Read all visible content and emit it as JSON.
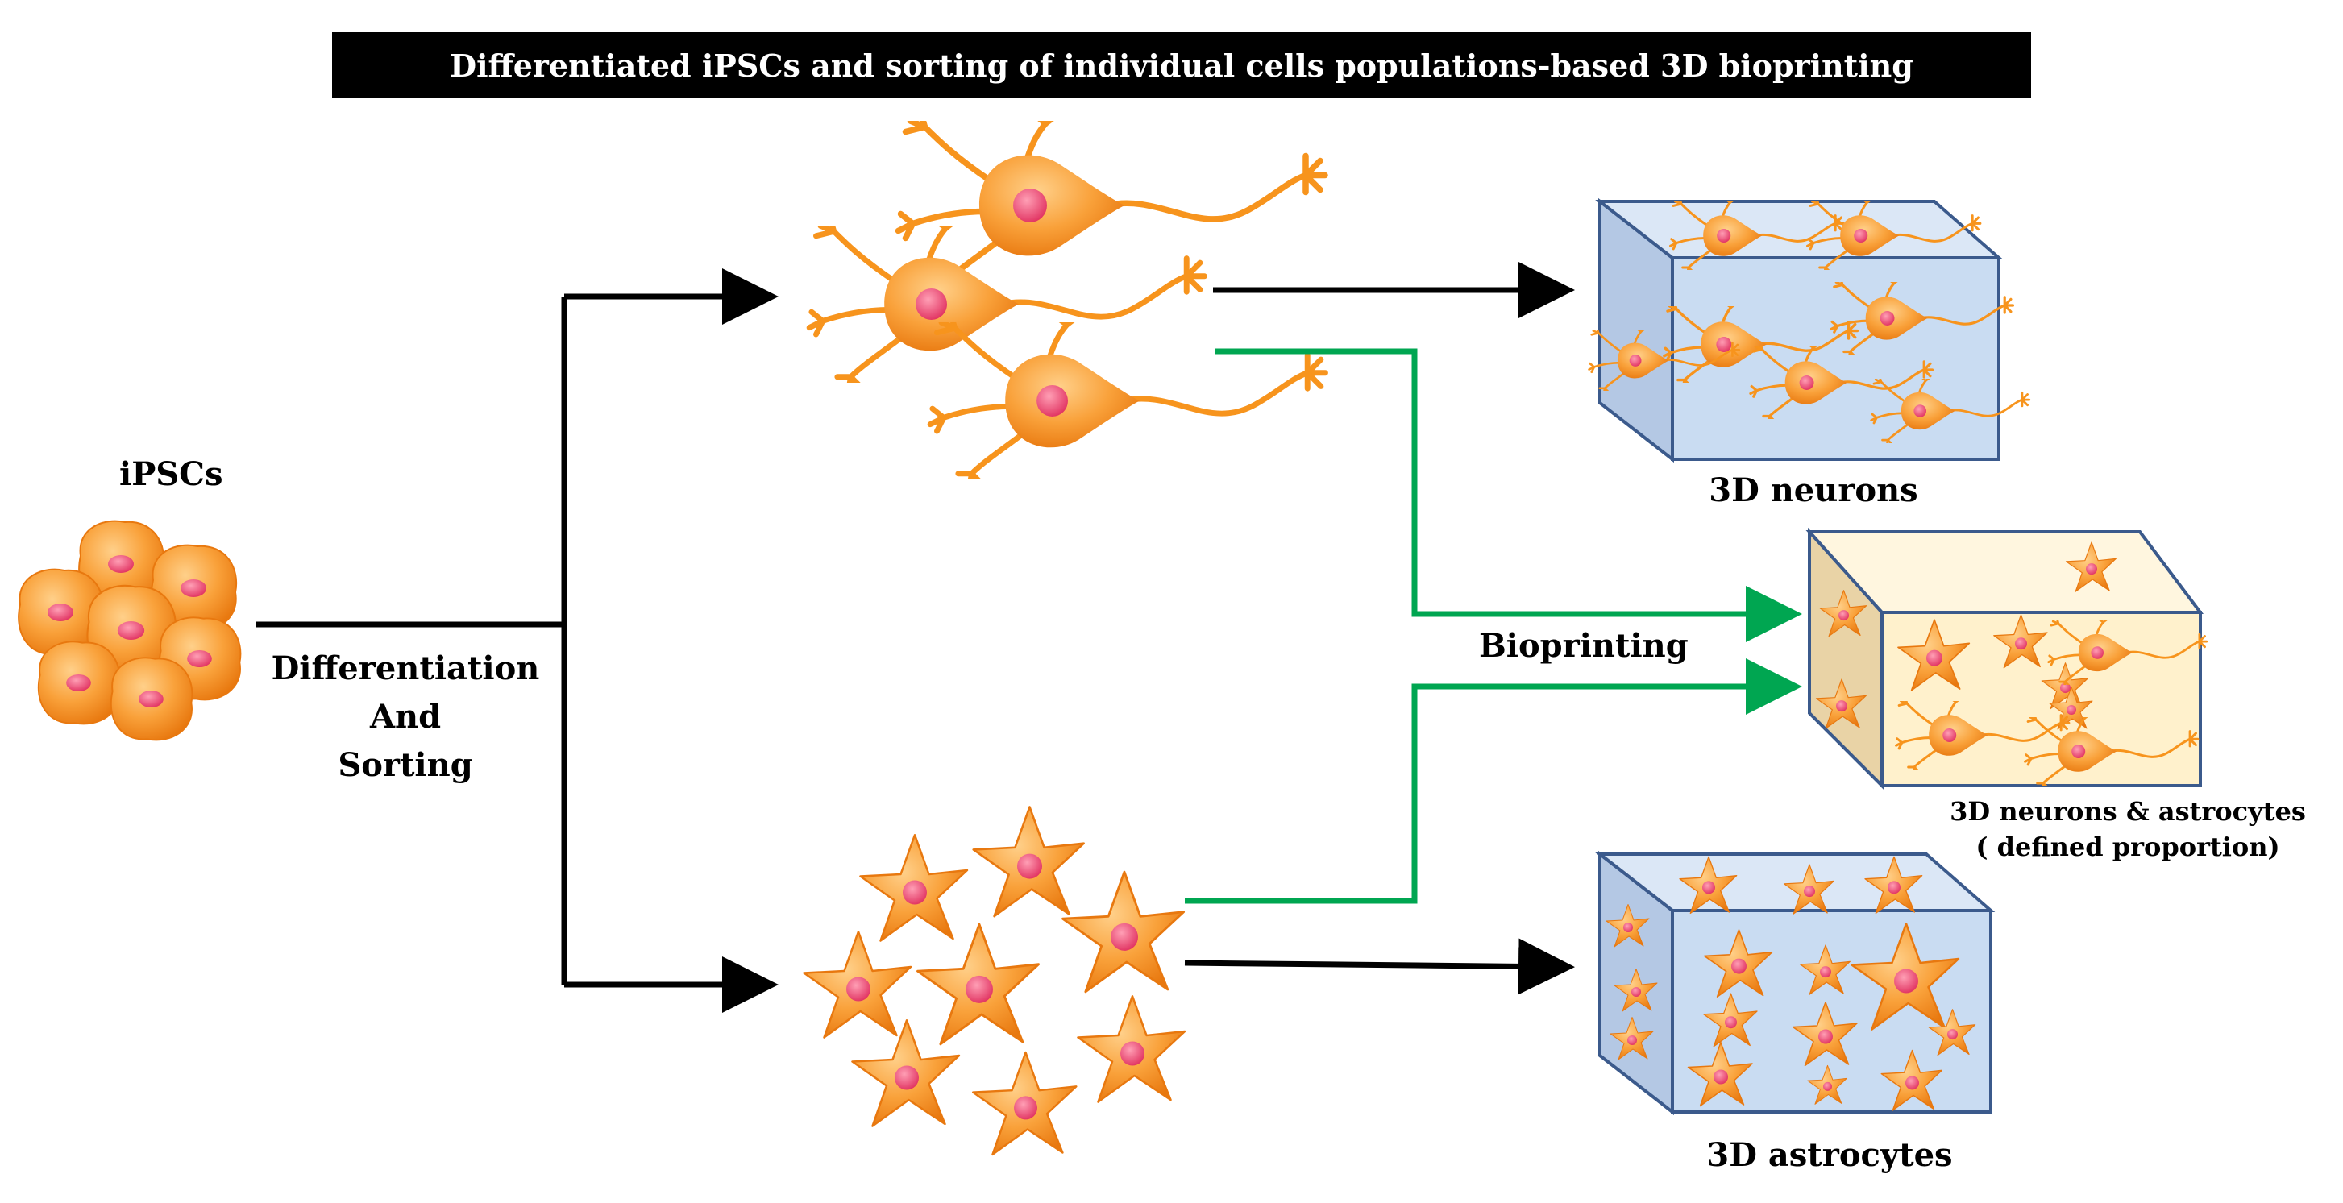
{
  "title": "Differentiated iPSCs and sorting of individual cells populations-based 3D bioprinting",
  "labels": {
    "ipscs": "iPSCs",
    "differentiation_line1": "Differentiation",
    "differentiation_line2": "And",
    "differentiation_line3": "Sorting",
    "bioprinting": "Bioprinting",
    "neurons_3d": "3D neurons",
    "mixed_3d_line1": "3D neurons & astrocytes",
    "mixed_3d_line2": "( defined proportion)",
    "astrocytes_3d": "3D astrocytes"
  },
  "colors": {
    "cell_fill": "#f7941d",
    "cell_light": "#ffd08a",
    "nucleus": "#ec3c6a",
    "arrow_black": "#000000",
    "arrow_green": "#00a651",
    "box_blue": "#c9dcf2",
    "box_cream": "#fff1cc",
    "box_edge": "#3b5a8c"
  }
}
